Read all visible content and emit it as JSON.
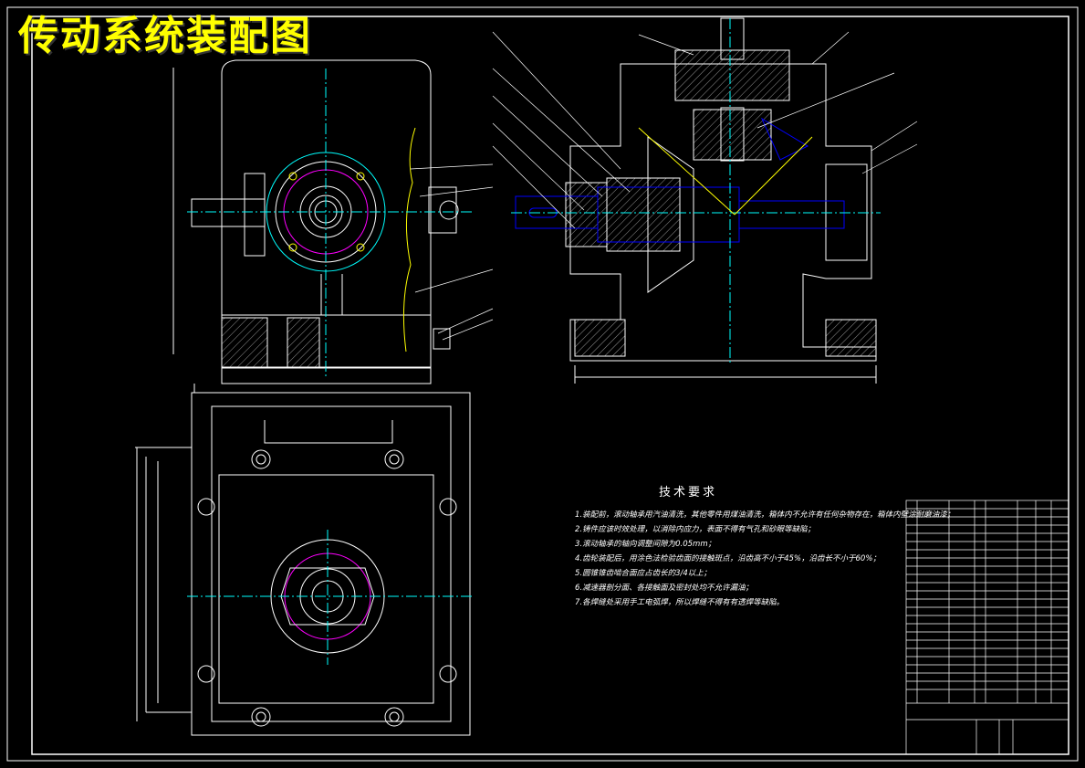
{
  "drawing": {
    "title": "传动系统装配图",
    "technical_requirements": {
      "heading": "技术要求",
      "items": [
        "1.装配前，滚动轴承用汽油清洗，其他零件用煤油清洗，箱体内不允许有任何杂物存在，箱体内壁涂耐磨油漆；",
        "2.铸件应该时效处理，以消除内应力，表面不得有气孔和砂眼等缺陷；",
        "3.滚动轴承的轴向调整间隙为0.05mm；",
        "4.齿轮装配后，用涂色法检验齿面的接触斑点，沿齿高不小于45%，沿齿长不小于60%；",
        "5.圆锥锥齿啮合面应占齿长的3/4以上；",
        "6.减速器剖分面、各接触面及密封处均不允许漏油；",
        "7.各焊缝处采用手工电弧焊，所以焊缝不得有有透焊等缺陷。"
      ]
    }
  },
  "colors": {
    "background": "#000000",
    "outline": "#ffffff",
    "centerline": "#00ffff",
    "hidden": "#ffff00",
    "shaft": "#0000ff",
    "leader": "#ffffff",
    "accent": "#ff00ff"
  }
}
